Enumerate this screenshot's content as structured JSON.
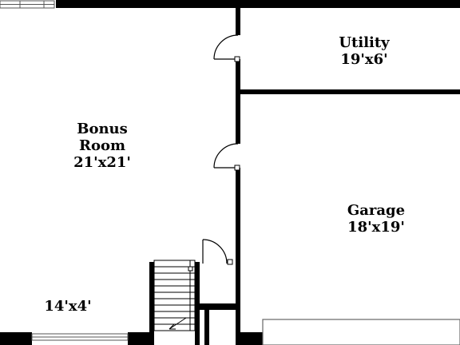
{
  "rooms": {
    "utility": {
      "name": "Utility",
      "size": "19'x6'"
    },
    "bonus": {
      "name_line1": "Bonus",
      "name_line2": "Room",
      "size": "21'x21'"
    },
    "garage": {
      "name": "Garage",
      "size": "18'x19'"
    },
    "landing": {
      "size": "14'x4'"
    }
  },
  "colors": {
    "wall": "#000000",
    "background": "#ffffff",
    "window_frame": "#555555",
    "garage_door": "#666666"
  }
}
